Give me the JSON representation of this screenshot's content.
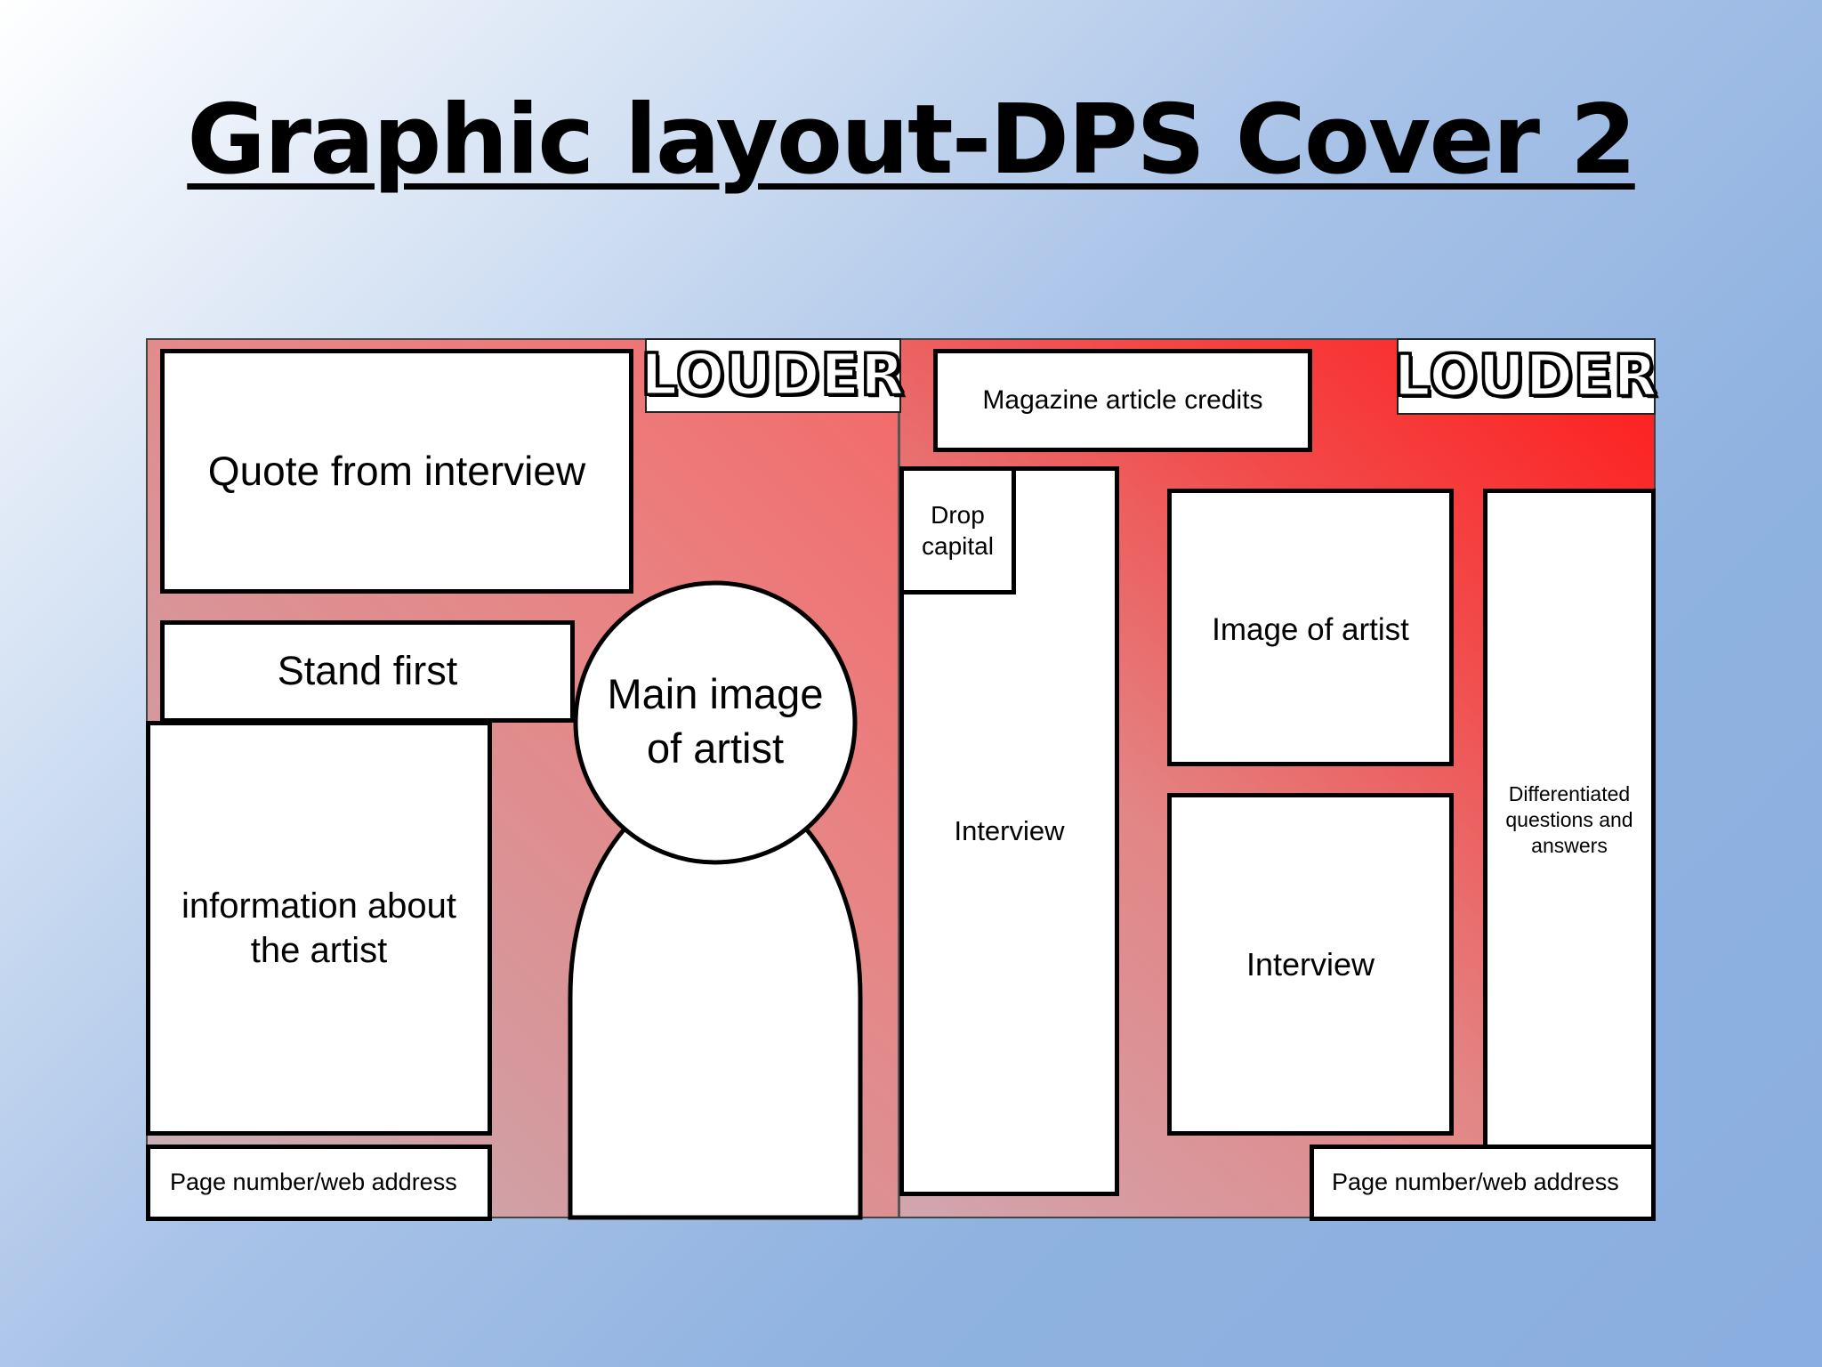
{
  "title": "Graphic layout-DPS Cover 2",
  "left_page": {
    "logo": "LOUDER",
    "quote": "Quote from interview",
    "stand_first": "Stand first",
    "info": "information about the artist",
    "page_number": "Page number/web address",
    "main_image": "Main image of artist"
  },
  "right_page": {
    "logo": "LOUDER",
    "credits": "Magazine article credits",
    "drop_capital": "Drop capital",
    "interview_column": "Interview",
    "image_of_artist": "Image of artist",
    "interview_box": "Interview",
    "differentiated": "Differentiated questions and answers",
    "page_number": "Page number/web address"
  },
  "colors": {
    "left_page_accent": "#f46868",
    "right_page_accent": "#ff1a1a",
    "background": "#8fb2e0"
  }
}
